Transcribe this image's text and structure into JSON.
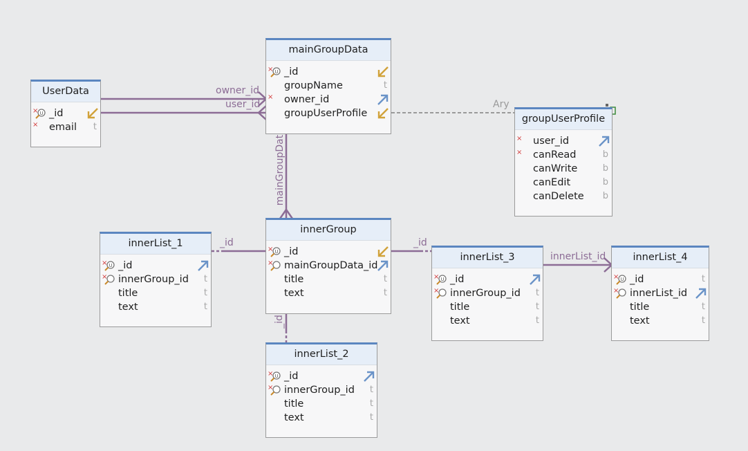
{
  "tables": {
    "userData": {
      "title": "UserData",
      "columns": [
        {
          "name": "_id",
          "required": true,
          "key": "pk",
          "arrow": "in",
          "type": ""
        },
        {
          "name": "email",
          "required": true,
          "key": "",
          "arrow": "",
          "type": "t"
        }
      ]
    },
    "mainGroupData": {
      "title": "mainGroupData",
      "columns": [
        {
          "name": "_id",
          "required": true,
          "key": "pk",
          "arrow": "in",
          "type": ""
        },
        {
          "name": "groupName",
          "required": false,
          "key": "",
          "arrow": "",
          "type": "t"
        },
        {
          "name": "owner_id",
          "required": true,
          "key": "",
          "arrow": "out",
          "type": ""
        },
        {
          "name": "groupUserProfile",
          "required": false,
          "key": "",
          "arrow": "in",
          "type": ""
        }
      ]
    },
    "groupUserProfile": {
      "title": "groupUserProfile",
      "columns": [
        {
          "name": "user_id",
          "required": true,
          "key": "",
          "arrow": "out",
          "type": ""
        },
        {
          "name": "canRead",
          "required": true,
          "key": "",
          "arrow": "",
          "type": "b"
        },
        {
          "name": "canWrite",
          "required": false,
          "key": "",
          "arrow": "",
          "type": "b"
        },
        {
          "name": "canEdit",
          "required": false,
          "key": "",
          "arrow": "",
          "type": "b"
        },
        {
          "name": "canDelete",
          "required": false,
          "key": "",
          "arrow": "",
          "type": "b"
        }
      ]
    },
    "innerGroup": {
      "title": "innerGroup",
      "columns": [
        {
          "name": "_id",
          "required": true,
          "key": "pk",
          "arrow": "in",
          "type": ""
        },
        {
          "name": "mainGroupData_id",
          "required": true,
          "key": "idx",
          "arrow": "out",
          "type": ""
        },
        {
          "name": "title",
          "required": false,
          "key": "",
          "arrow": "",
          "type": "t"
        },
        {
          "name": "text",
          "required": false,
          "key": "",
          "arrow": "",
          "type": "t"
        }
      ]
    },
    "innerList1": {
      "title": "innerList_1",
      "columns": [
        {
          "name": "_id",
          "required": true,
          "key": "pk",
          "arrow": "out",
          "type": ""
        },
        {
          "name": "innerGroup_id",
          "required": true,
          "key": "idx",
          "arrow": "",
          "type": "t"
        },
        {
          "name": "title",
          "required": false,
          "key": "",
          "arrow": "",
          "type": "t"
        },
        {
          "name": "text",
          "required": false,
          "key": "",
          "arrow": "",
          "type": "t"
        }
      ]
    },
    "innerList2": {
      "title": "innerList_2",
      "columns": [
        {
          "name": "_id",
          "required": true,
          "key": "pk",
          "arrow": "out",
          "type": ""
        },
        {
          "name": "innerGroup_id",
          "required": true,
          "key": "idx",
          "arrow": "",
          "type": "t"
        },
        {
          "name": "title",
          "required": false,
          "key": "",
          "arrow": "",
          "type": "t"
        },
        {
          "name": "text",
          "required": false,
          "key": "",
          "arrow": "",
          "type": "t"
        }
      ]
    },
    "innerList3": {
      "title": "innerList_3",
      "columns": [
        {
          "name": "_id",
          "required": true,
          "key": "pk",
          "arrow": "out",
          "type": ""
        },
        {
          "name": "innerGroup_id",
          "required": true,
          "key": "idx",
          "arrow": "",
          "type": "t"
        },
        {
          "name": "title",
          "required": false,
          "key": "",
          "arrow": "",
          "type": "t"
        },
        {
          "name": "text",
          "required": false,
          "key": "",
          "arrow": "",
          "type": "t"
        }
      ]
    },
    "innerList4": {
      "title": "innerList_4",
      "columns": [
        {
          "name": "_id",
          "required": true,
          "key": "pk",
          "arrow": "",
          "type": "t"
        },
        {
          "name": "innerList_id",
          "required": true,
          "key": "idx",
          "arrow": "out",
          "type": ""
        },
        {
          "name": "title",
          "required": false,
          "key": "",
          "arrow": "",
          "type": "t"
        },
        {
          "name": "text",
          "required": false,
          "key": "",
          "arrow": "",
          "type": "t"
        }
      ]
    }
  },
  "links": [
    {
      "name": "link-owner-id",
      "label": "owner_id"
    },
    {
      "name": "link-user-id",
      "label": "user_id"
    },
    {
      "name": "link-ary",
      "label": "Ary"
    },
    {
      "name": "link-maingroupdata",
      "label": "mainGroupDat"
    },
    {
      "name": "link-innerlist1-id",
      "label": "_id"
    },
    {
      "name": "link-innerlist3-id",
      "label": "_id"
    },
    {
      "name": "link-innerlist2-id",
      "label": "_id"
    },
    {
      "name": "link-innerlist4",
      "label": "innerList_id"
    }
  ],
  "colors": {
    "relation": "#8c6c95",
    "embedded": "#9a9a9a",
    "header_border": "#5b86c0",
    "header_bg": "#e6eef8",
    "required": "#d23c3c",
    "arrow_in": "#d1a23a",
    "arrow_out": "#6a93c8"
  }
}
